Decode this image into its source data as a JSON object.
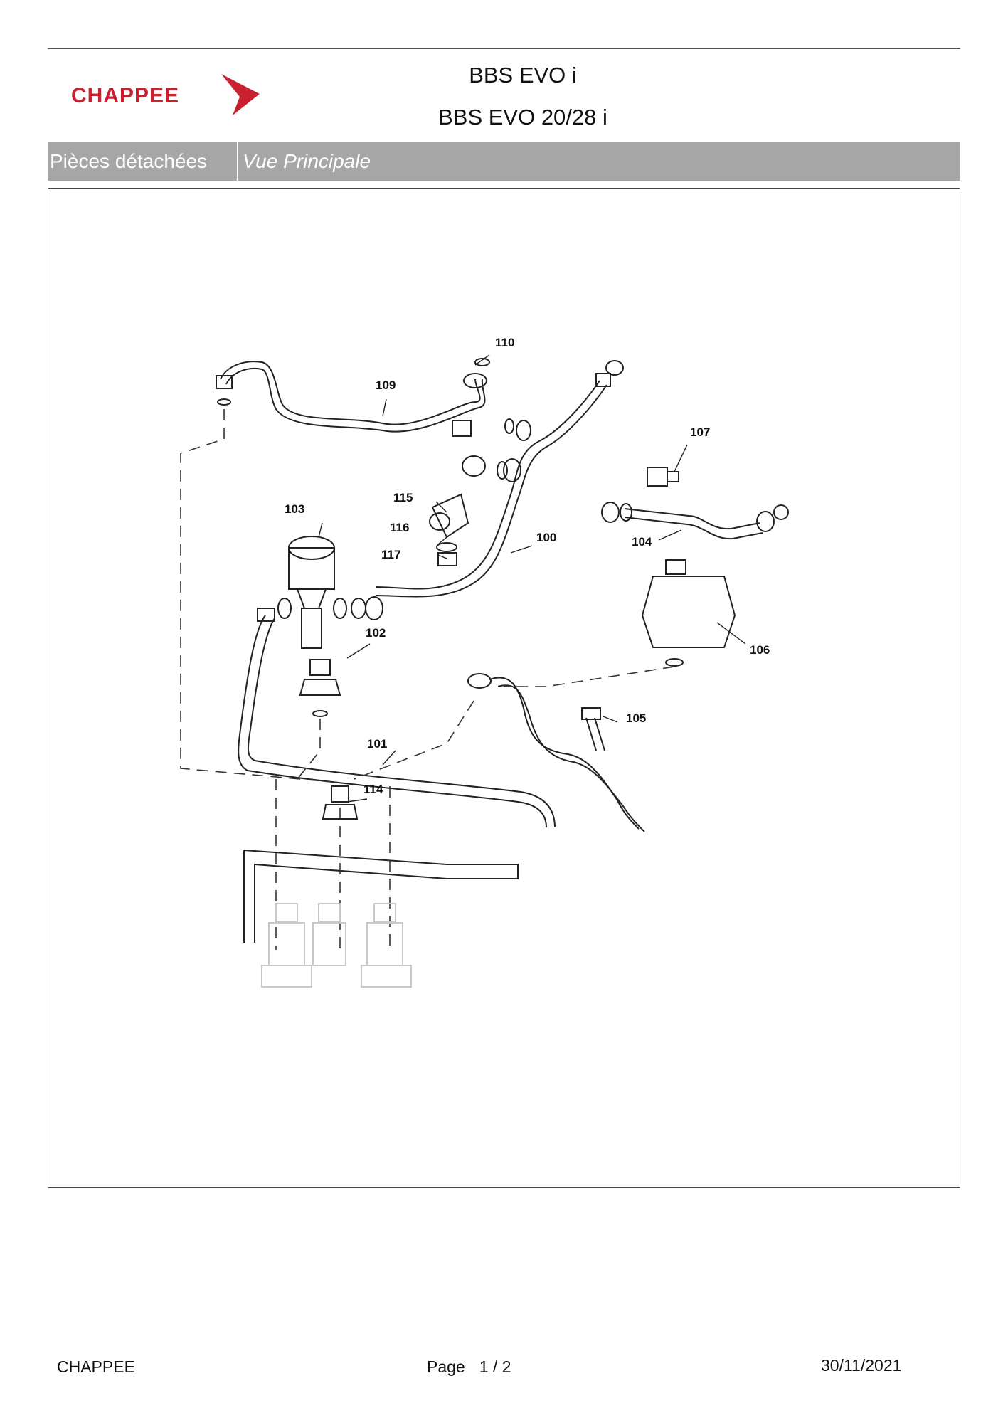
{
  "brand": {
    "name": "CHAPPEE",
    "color": "#c8202f"
  },
  "header": {
    "title1": "BBS EVO i",
    "title2": "BBS EVO 20/28 i"
  },
  "band": {
    "left": "Pièces détachées",
    "right": "Vue Principale",
    "color": "#a6a6a6"
  },
  "diagram": {
    "callouts": [
      "110",
      "109",
      "107",
      "115",
      "103",
      "116",
      "100",
      "104",
      "117",
      "102",
      "106",
      "105",
      "101",
      "114"
    ]
  },
  "footer": {
    "left": "CHAPPEE",
    "page_label": "Page",
    "page_current": "1",
    "page_sep": "/",
    "page_total": "2",
    "date": "30/11/2021"
  }
}
